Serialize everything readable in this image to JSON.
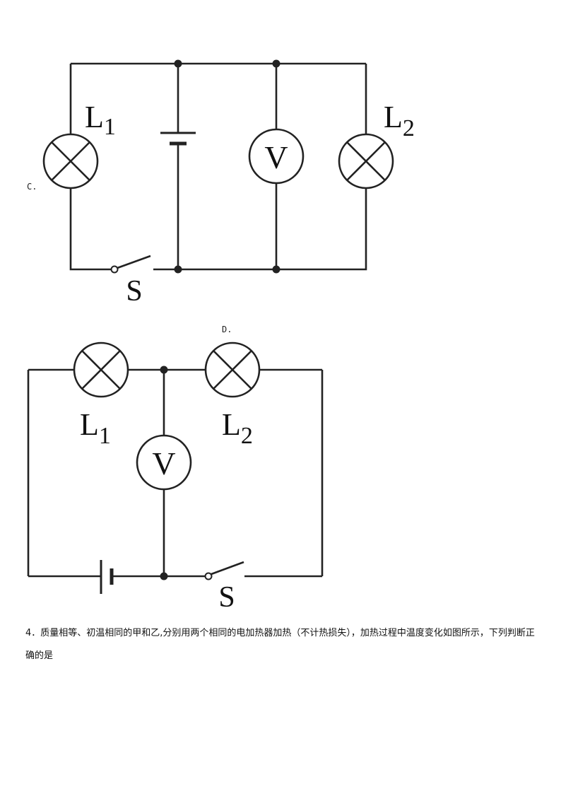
{
  "options": {
    "c": "C.",
    "d": "D."
  },
  "diagram_c": {
    "lamp1": {
      "letter": "L",
      "sub": "1"
    },
    "lamp2": {
      "letter": "L",
      "sub": "2"
    },
    "voltmeter": "V",
    "switch": "S"
  },
  "diagram_d": {
    "lamp1": {
      "letter": "L",
      "sub": "1"
    },
    "lamp2": {
      "letter": "L",
      "sub": "2"
    },
    "voltmeter": "V",
    "switch": "S"
  },
  "question": "4．质量相等、初温相同的甲和乙,分别用两个相同的电加热器加热（不计热损失），加热过程中温度变化如图所示，下列判断正确的是"
}
